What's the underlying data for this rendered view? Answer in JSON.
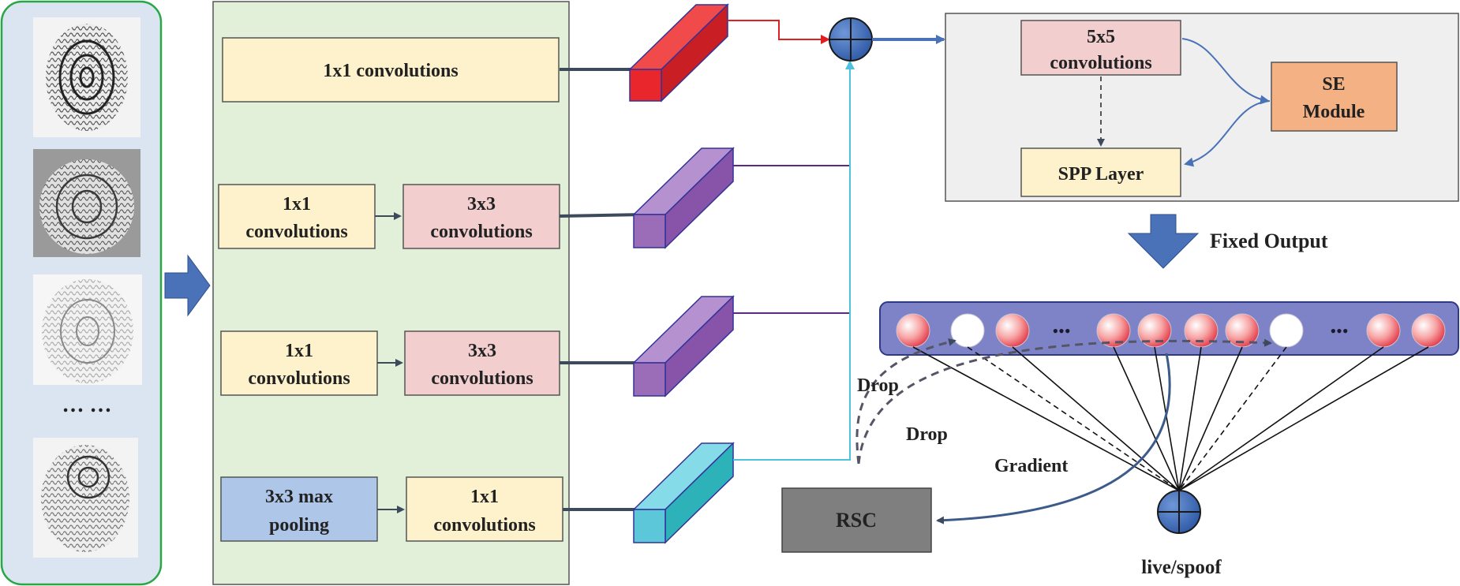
{
  "colors": {
    "input_panel_fill": "#dbe4f1",
    "input_panel_border": "#28a745",
    "inception_panel_fill": "#e2efd9",
    "yellow_box": "#fdf2cc",
    "pink_box": "#f2cece",
    "blue_box": "#aec6e8",
    "right_panel_fill": "#efefef",
    "se_box": "#f4b183",
    "rsc_box": "#7f7f7f",
    "red_block": "#e8262b",
    "purple_block": "#9b6cb8",
    "cyan_block": "#5bc7d8",
    "dense_bar": "#7e83c7",
    "arrow_blue": "#4a72b8"
  },
  "input_panel": {
    "dots": "… …",
    "images": [
      "fingerprint-image-1",
      "fingerprint-image-2",
      "fingerprint-image-3",
      "fingerprint-image-4"
    ]
  },
  "inception": {
    "branch1": {
      "box1": "1x1 convolutions"
    },
    "branch2": {
      "box1": [
        "1x1",
        "convolutions"
      ],
      "box2": [
        "3x3",
        "convolutions"
      ]
    },
    "branch3": {
      "box1": [
        "1x1",
        "convolutions"
      ],
      "box2": [
        "3x3",
        "convolutions"
      ]
    },
    "branch4": {
      "box1": [
        "3x3 max",
        "pooling"
      ],
      "box2": [
        "1x1",
        "convolutions"
      ]
    }
  },
  "right_module": {
    "conv5": [
      "5x5",
      "convolutions"
    ],
    "se": [
      "SE",
      "Module"
    ],
    "spp": "SPP Layer"
  },
  "fixed_output": "Fixed Output",
  "dense_layer": {
    "nodes": [
      "active",
      "dropped",
      "active",
      "ellipsis",
      "active",
      "active",
      "active",
      "active",
      "dropped",
      "ellipsis",
      "active",
      "active"
    ],
    "ellipsis": "•••"
  },
  "labels": {
    "drop1": "Drop",
    "drop2": "Drop",
    "gradient": "Gradient",
    "rsc": "RSC",
    "output": "live/spoof"
  }
}
